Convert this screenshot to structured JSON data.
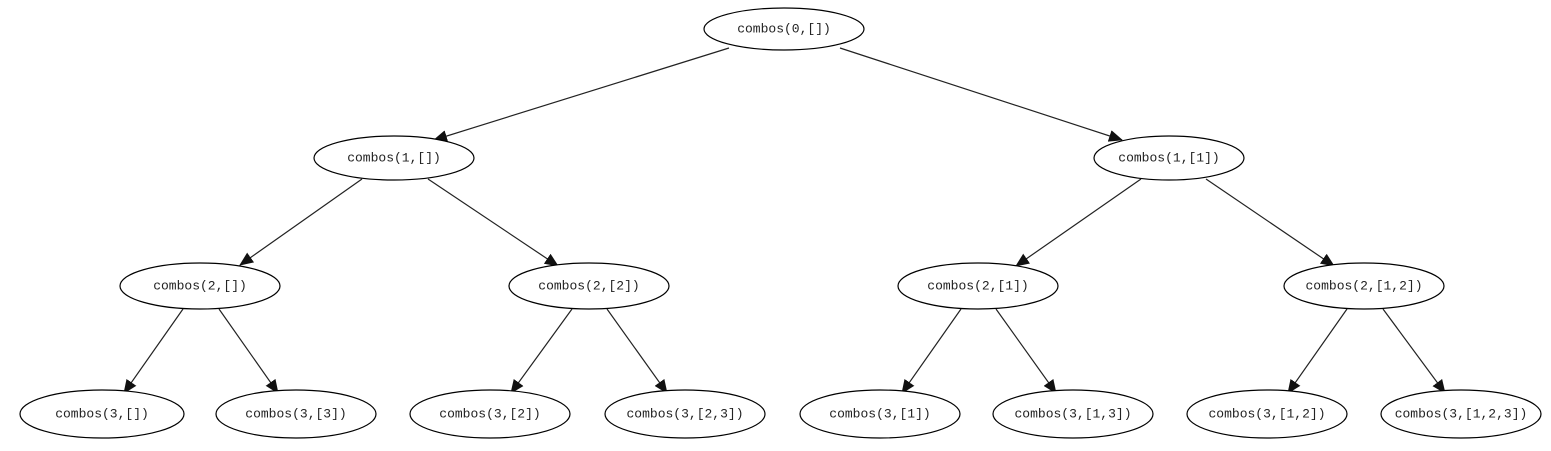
{
  "diagram": {
    "type": "tree",
    "nodes": [
      {
        "id": "n0",
        "label": "combos(0,[])"
      },
      {
        "id": "n1",
        "label": "combos(1,[])"
      },
      {
        "id": "n2",
        "label": "combos(1,[1])"
      },
      {
        "id": "n3",
        "label": "combos(2,[])"
      },
      {
        "id": "n4",
        "label": "combos(2,[2])"
      },
      {
        "id": "n5",
        "label": "combos(2,[1])"
      },
      {
        "id": "n6",
        "label": "combos(2,[1,2])"
      },
      {
        "id": "n7",
        "label": "combos(3,[])"
      },
      {
        "id": "n8",
        "label": "combos(3,[3])"
      },
      {
        "id": "n9",
        "label": "combos(3,[2])"
      },
      {
        "id": "n10",
        "label": "combos(3,[2,3])"
      },
      {
        "id": "n11",
        "label": "combos(3,[1])"
      },
      {
        "id": "n12",
        "label": "combos(3,[1,3])"
      },
      {
        "id": "n13",
        "label": "combos(3,[1,2])"
      },
      {
        "id": "n14",
        "label": "combos(3,[1,2,3])"
      }
    ],
    "edges": [
      {
        "from": "n0",
        "to": "n1"
      },
      {
        "from": "n0",
        "to": "n2"
      },
      {
        "from": "n1",
        "to": "n3"
      },
      {
        "from": "n1",
        "to": "n4"
      },
      {
        "from": "n2",
        "to": "n5"
      },
      {
        "from": "n2",
        "to": "n6"
      },
      {
        "from": "n3",
        "to": "n7"
      },
      {
        "from": "n3",
        "to": "n8"
      },
      {
        "from": "n4",
        "to": "n9"
      },
      {
        "from": "n4",
        "to": "n10"
      },
      {
        "from": "n5",
        "to": "n11"
      },
      {
        "from": "n5",
        "to": "n12"
      },
      {
        "from": "n6",
        "to": "n13"
      },
      {
        "from": "n6",
        "to": "n14"
      }
    ]
  }
}
